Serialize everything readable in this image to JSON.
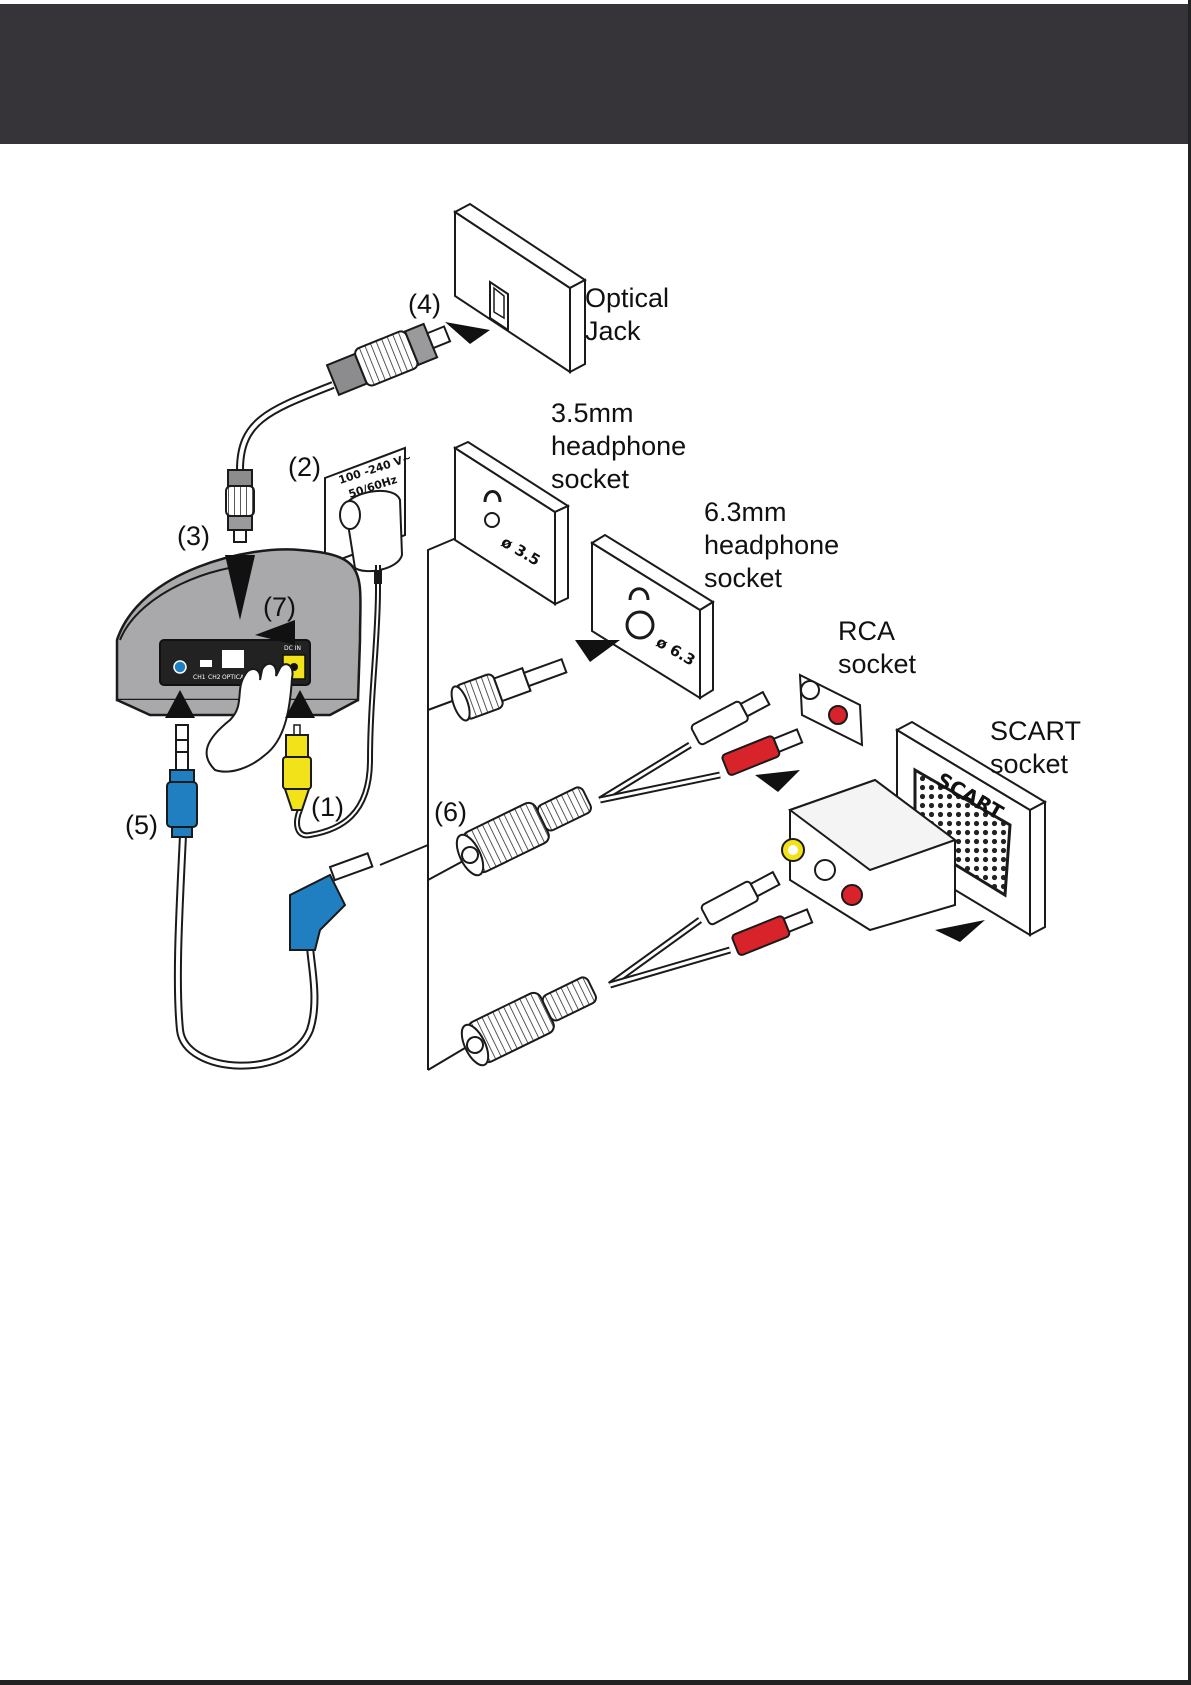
{
  "labels": {
    "optical_line1": "Optical",
    "optical_line2": "Jack",
    "hp35_line1": "3.5mm",
    "hp35_line2": "headphone",
    "hp35_line3": "socket",
    "hp63_line1": "6.3mm",
    "hp63_line2": "headphone",
    "hp63_line3": "socket",
    "rca_line1": "RCA",
    "rca_line2": "socket",
    "scart_line1": "SCART",
    "scart_line2": "socket"
  },
  "markers": {
    "m1": "(1)",
    "m2": "(2)",
    "m3": "(3)",
    "m4": "(4)",
    "m5": "(5)",
    "m6": "(6)",
    "m7": "(7)"
  },
  "device": {
    "adapter_line1": "100 -240 V~",
    "adapter_line2": "50/60Hz",
    "hp35_size": "ø 3.5",
    "hp63_size": "ø 6.3",
    "scart_text": "SCART",
    "port_ch1": "CH1",
    "port_ch2": "CH2",
    "port_optical": "OPTICAL",
    "port_dcin": "DC IN"
  },
  "colors": {
    "header": "#363438",
    "jack_blue": "#1f7fc1",
    "plug_yellow": "#f2e21a",
    "rca_red": "#d8232a",
    "device_gray": "#a9a9ab"
  }
}
